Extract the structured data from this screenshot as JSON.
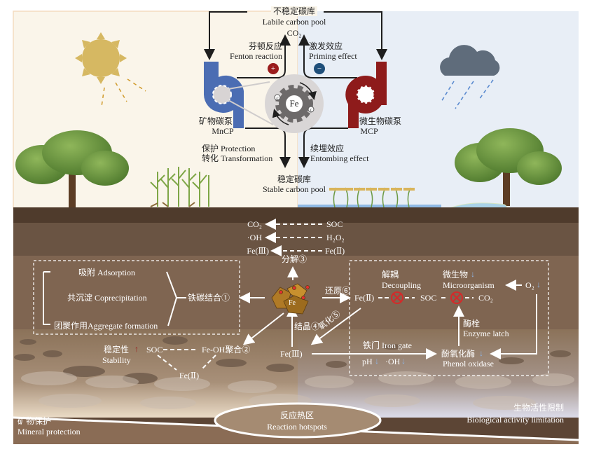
{
  "top": {
    "labile_pool_cn": "不稳定碳库",
    "labile_pool_en": "Labile carbon pool",
    "co2": "CO₂",
    "fenton_cn": "芬顿反应",
    "fenton_en": "Fenton reaction",
    "priming_cn": "激发效应",
    "priming_en": "Priming effect",
    "plus_sign": "+",
    "minus_sign": "−",
    "fe_center": "Fe",
    "gear_carbon": "c",
    "mncp_cn": "矿物碳泵",
    "mncp_en": "MnCP",
    "mcp_cn": "微生物碳泵",
    "mcp_en": "MCP",
    "protection": "保护 Protection",
    "transformation": "转化 Transformation",
    "entombing_cn": "续埋效应",
    "entombing_en": "Entombing effect",
    "stable_pool_cn": "稳定碳库",
    "stable_pool_en": "Stable carbon pool"
  },
  "soil": {
    "reactions": [
      {
        "product": "CO₂",
        "reactant": "SOC"
      },
      {
        "product": "·OH",
        "reactant": "H₂O₂"
      },
      {
        "product": "Fe(Ⅲ)",
        "reactant": "Fe(Ⅱ)"
      }
    ],
    "decompose": "分解③",
    "adsorption": "吸附 Adsorption",
    "coprecipitation": "共沉淀 Coprecipitation",
    "aggregate": "团聚作用Aggregate formation",
    "fe_c_binding": "铁碳结合①",
    "fe_mineral": "Fe",
    "reduction": "还原⑥",
    "crystallization": "结晶④",
    "oxidation": "氧化⑤",
    "stability_cn": "稳定性",
    "stability_en": "Stability",
    "up_arrow": "↑",
    "soc_left": "SOC",
    "feoh": "Fe-OH聚合②",
    "fe2_bottom": "Fe(Ⅱ)",
    "fe3_mid": "Fe(Ⅲ)",
    "iron_gate": "铁门 Iron gate",
    "ph": "pH",
    "oh": "·OH",
    "down_arrow": "↓",
    "fe2_right": "Fe(Ⅱ)",
    "decoupling_cn": "解耦",
    "decoupling_en": "Decoupling",
    "soc_right": "SOC",
    "co2_right": "CO₂",
    "microorganism_cn": "微生物",
    "microorganism_en": "Microorganism",
    "o2": "O₂",
    "enzyme_latch_cn": "酶栓",
    "enzyme_latch_en": "Enzyme latch",
    "phenol_cn": "酚氧化酶",
    "phenol_en": "Phenol oxidase"
  },
  "bottom": {
    "mineral_cn": "矿物保护",
    "mineral_en": "Mineral protection",
    "hotspot_cn": "反应热区",
    "hotspot_en": "Reaction hotspots",
    "bio_cn": "生物活性限制",
    "bio_en": "Biological activity limitation"
  },
  "colors": {
    "mncp_pump": "#4b6db3",
    "mcp_pump": "#8e1b1b",
    "plus": "#9b1c1c",
    "minus": "#1f4f7a",
    "sky_left": "#faf5ea",
    "sky_right": "#e8eef6",
    "sun": "#d6b862",
    "cloud": "#5f6c7b",
    "cross": "#d42a2a"
  }
}
